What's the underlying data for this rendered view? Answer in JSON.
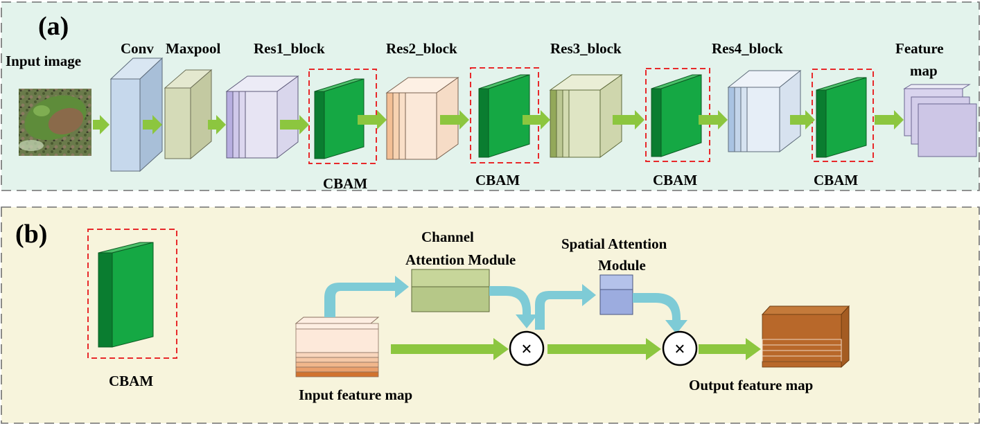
{
  "panel_a": {
    "label": "(a)",
    "input_label": "Input image",
    "conv_label": "Conv",
    "maxpool_label": "Maxpool",
    "res1_label": "Res1_block",
    "res2_label": "Res2_block",
    "res3_label": "Res3_block",
    "res4_label": "Res4_block",
    "feature_label_line1": "Feature",
    "feature_label_line2": "map",
    "cbam_label": "CBAM"
  },
  "panel_b": {
    "label": "(b)",
    "cbam_label": "CBAM",
    "channel_line1": "Channel",
    "channel_line2": "Attention Module",
    "spatial_line1": "Spatial Attention",
    "spatial_line2": "Module",
    "input_map_label": "Input feature map",
    "output_map_label": "Output feature map",
    "multiply_symbol": "×"
  },
  "colors": {
    "panel_a_bg": "#e3f3ec",
    "panel_b_bg": "#f7f4dc",
    "arrow_green": "#8cc63f",
    "arrow_teal": "#7ecbd6",
    "cbam_green": "#0c9b3c",
    "dash_red": "#e8282a"
  }
}
